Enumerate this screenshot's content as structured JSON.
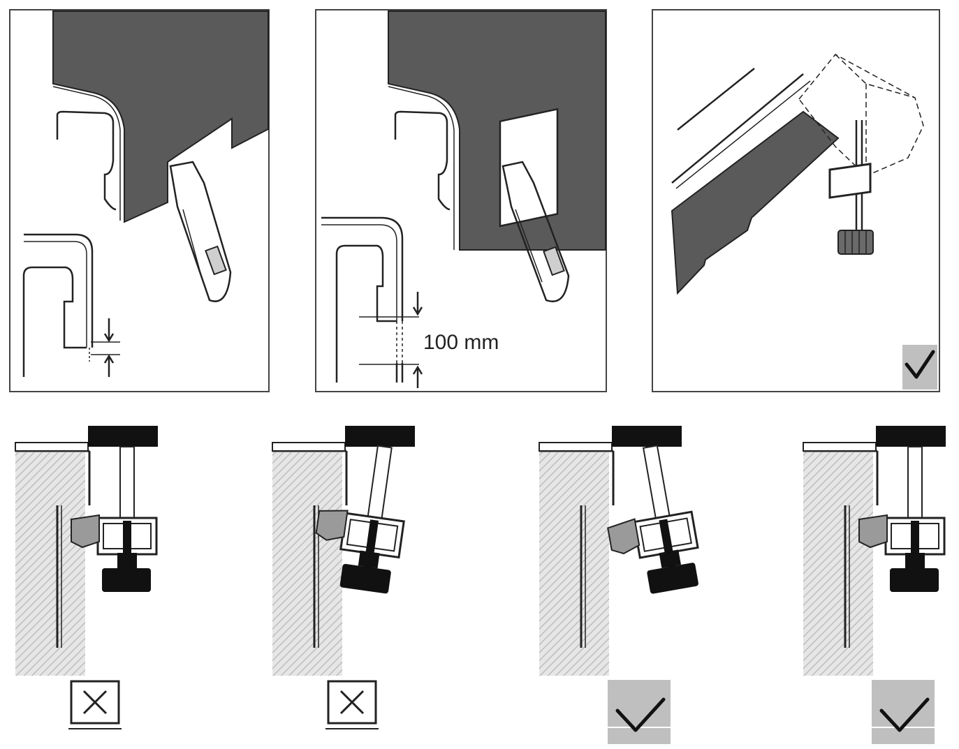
{
  "figure": {
    "dimension_label": "100 mm",
    "bracket_results": [
      "incorrect",
      "incorrect",
      "correct",
      "correct"
    ],
    "colors": {
      "panel_dark": "#5a5a5a",
      "outline": "#222222",
      "check_bg": "#bfbfbf",
      "hatch": "#cccccc"
    },
    "icons": [
      "utility-knife-icon",
      "mounting-clamp-icon",
      "check-mark-icon",
      "cross-mark-icon"
    ]
  }
}
